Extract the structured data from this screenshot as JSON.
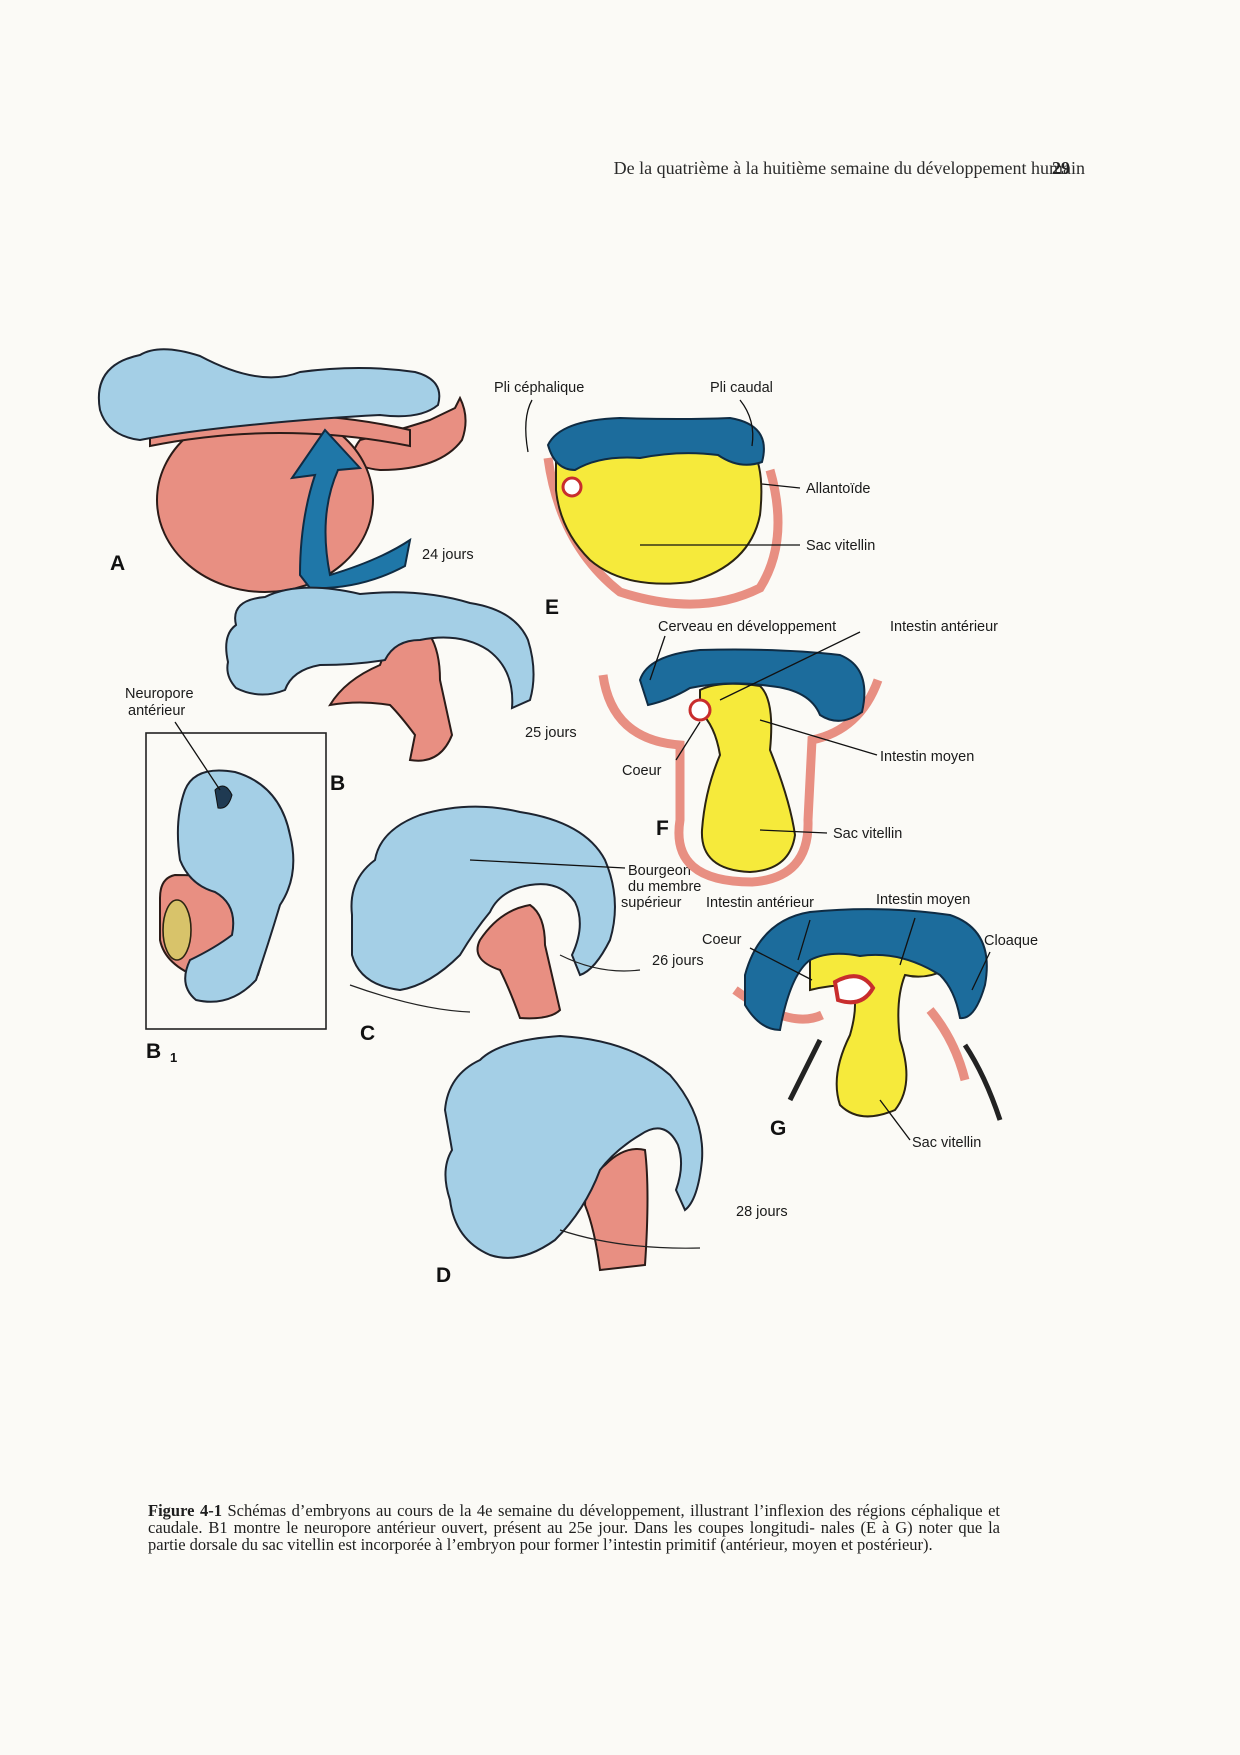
{
  "header": {
    "running_title": "De la quatrième à la huitième semaine du développement humain",
    "page_number": "29"
  },
  "figure": {
    "panels": {
      "A": "A",
      "B": "B",
      "B1": "B",
      "B1_sub": "1",
      "C": "C",
      "D": "D",
      "E": "E",
      "F": "F",
      "G": "G"
    },
    "ages": {
      "A": "24 jours",
      "B": "25 jours",
      "C": "26 jours",
      "D": "28 jours"
    },
    "labels": {
      "neuropore_1": "Neuropore",
      "neuropore_2": "antérieur",
      "bourgeon_1": "Bourgeon",
      "bourgeon_2": "du membre",
      "bourgeon_3": "supérieur",
      "pli_cephalique": "Pli céphalique",
      "pli_caudal": "Pli caudal",
      "allantoide": "Allantoïde",
      "sac_vitellin_e": "Sac vitellin",
      "cerveau": "Cerveau en développement",
      "intestin_anterieur_f": "Intestin antérieur",
      "coeur_f": "Coeur",
      "intestin_moyen_f": "Intestin moyen",
      "sac_vitellin_f": "Sac vitellin",
      "intestin_anterieur_g": "Intestin antérieur",
      "intestin_moyen_g": "Intestin moyen",
      "coeur_g": "Coeur",
      "cloaque": "Cloaque",
      "sac_vitellin_g": "Sac vitellin"
    }
  },
  "caption": {
    "label": "Figure 4-1",
    "line1": "Schémas d’embryons au cours de la 4e semaine du développement, illustrant l’inflexion des régions",
    "line2": "céphalique et caudale. B1 montre le neuropore antérieur ouvert, présent au 25e jour. Dans les coupes longitudi-",
    "line3": "nales (E à G) noter que la partie dorsale du sac vitellin est incorporée à l’embryon pour former l’intestin primitif",
    "line4": "(antérieur, moyen et postérieur)."
  },
  "colors": {
    "ectoderm_blue": "#a4cfe6",
    "endoderm_pink": "#e88f82",
    "neural_darkblue": "#1c6c9c",
    "yolk_yellow": "#f6ea3b"
  }
}
